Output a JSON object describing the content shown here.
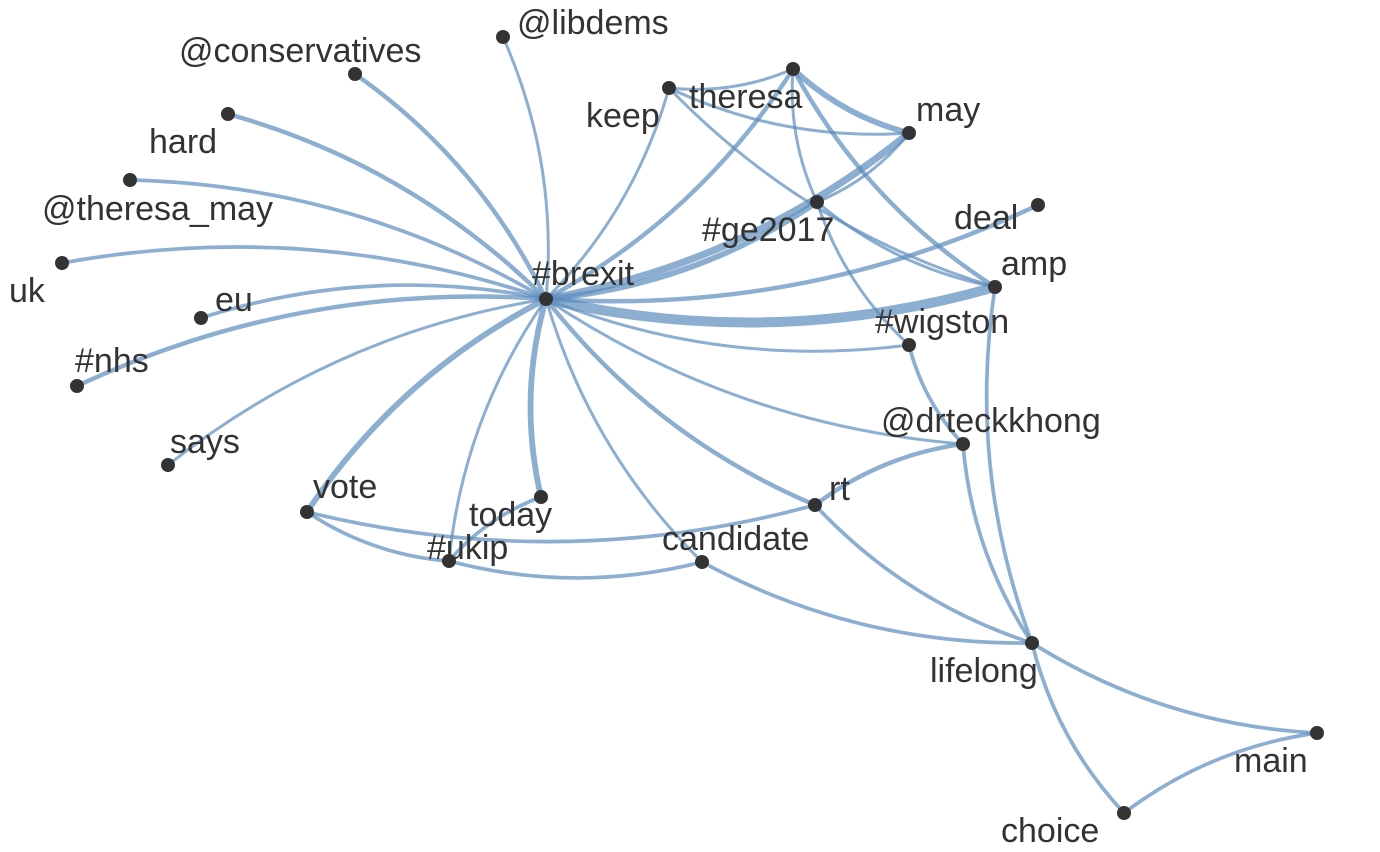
{
  "graph": {
    "nodes": [
      {
        "id": "brexit",
        "label": "#brexit"
      },
      {
        "id": "libdems",
        "label": "@libdems"
      },
      {
        "id": "conservatives",
        "label": "@conservatives"
      },
      {
        "id": "hard",
        "label": "hard"
      },
      {
        "id": "theresa_may_handle",
        "label": "@theresa_may"
      },
      {
        "id": "uk",
        "label": "uk"
      },
      {
        "id": "eu",
        "label": "eu"
      },
      {
        "id": "nhs",
        "label": "#nhs"
      },
      {
        "id": "says",
        "label": "says"
      },
      {
        "id": "vote",
        "label": "vote"
      },
      {
        "id": "today",
        "label": "today"
      },
      {
        "id": "ukip",
        "label": "#ukip"
      },
      {
        "id": "candidate",
        "label": "candidate"
      },
      {
        "id": "rt",
        "label": "rt"
      },
      {
        "id": "drteckkhong",
        "label": "@drteckkhong"
      },
      {
        "id": "wigston",
        "label": "#wigston"
      },
      {
        "id": "amp",
        "label": "amp"
      },
      {
        "id": "deal",
        "label": "deal"
      },
      {
        "id": "ge2017",
        "label": "#ge2017"
      },
      {
        "id": "may",
        "label": "may"
      },
      {
        "id": "theresa",
        "label": "theresa"
      },
      {
        "id": "keep",
        "label": "keep"
      },
      {
        "id": "lifelong",
        "label": "lifelong"
      },
      {
        "id": "main",
        "label": "main"
      },
      {
        "id": "choice",
        "label": "choice"
      }
    ],
    "edges": [
      {
        "source": "brexit",
        "target": "libdems",
        "weight": 1
      },
      {
        "source": "brexit",
        "target": "conservatives",
        "weight": 2
      },
      {
        "source": "brexit",
        "target": "hard",
        "weight": 2
      },
      {
        "source": "brexit",
        "target": "theresa_may_handle",
        "weight": 1.5
      },
      {
        "source": "brexit",
        "target": "uk",
        "weight": 1.5
      },
      {
        "source": "brexit",
        "target": "eu",
        "weight": 1.5
      },
      {
        "source": "brexit",
        "target": "nhs",
        "weight": 2
      },
      {
        "source": "brexit",
        "target": "says",
        "weight": 1
      },
      {
        "source": "brexit",
        "target": "vote",
        "weight": 3
      },
      {
        "source": "brexit",
        "target": "today",
        "weight": 3
      },
      {
        "source": "brexit",
        "target": "ukip",
        "weight": 1
      },
      {
        "source": "brexit",
        "target": "candidate",
        "weight": 1
      },
      {
        "source": "brexit",
        "target": "rt",
        "weight": 2
      },
      {
        "source": "brexit",
        "target": "drteckkhong",
        "weight": 1
      },
      {
        "source": "brexit",
        "target": "wigston",
        "weight": 1
      },
      {
        "source": "brexit",
        "target": "amp",
        "weight": 6
      },
      {
        "source": "brexit",
        "target": "deal",
        "weight": 2
      },
      {
        "source": "brexit",
        "target": "ge2017",
        "weight": 3
      },
      {
        "source": "brexit",
        "target": "may",
        "weight": 4
      },
      {
        "source": "brexit",
        "target": "theresa",
        "weight": 2
      },
      {
        "source": "brexit",
        "target": "keep",
        "weight": 1
      },
      {
        "source": "keep",
        "target": "may",
        "weight": 1
      },
      {
        "source": "keep",
        "target": "theresa",
        "weight": 1
      },
      {
        "source": "theresa",
        "target": "may",
        "weight": 3
      },
      {
        "source": "theresa",
        "target": "ge2017",
        "weight": 1
      },
      {
        "source": "theresa",
        "target": "amp",
        "weight": 2
      },
      {
        "source": "keep",
        "target": "amp",
        "weight": 1
      },
      {
        "source": "ge2017",
        "target": "wigston",
        "weight": 1
      },
      {
        "source": "ge2017",
        "target": "amp",
        "weight": 1
      },
      {
        "source": "ge2017",
        "target": "may",
        "weight": 1
      },
      {
        "source": "wigston",
        "target": "drteckkhong",
        "weight": 1.5
      },
      {
        "source": "amp",
        "target": "lifelong",
        "weight": 1.5
      },
      {
        "source": "drteckkhong",
        "target": "rt",
        "weight": 2
      },
      {
        "source": "drteckkhong",
        "target": "lifelong",
        "weight": 1.5
      },
      {
        "source": "vote",
        "target": "rt",
        "weight": 1.5
      },
      {
        "source": "vote",
        "target": "ukip",
        "weight": 1.5
      },
      {
        "source": "today",
        "target": "ukip",
        "weight": 1.5
      },
      {
        "source": "ukip",
        "target": "candidate",
        "weight": 1.5
      },
      {
        "source": "candidate",
        "target": "lifelong",
        "weight": 1.5
      },
      {
        "source": "rt",
        "target": "lifelong",
        "weight": 1.5
      },
      {
        "source": "lifelong",
        "target": "main",
        "weight": 1.5
      },
      {
        "source": "lifelong",
        "target": "choice",
        "weight": 1.5
      },
      {
        "source": "main",
        "target": "choice",
        "weight": 1.5
      }
    ]
  },
  "colors": {
    "edge": "#5b8bbd",
    "node": "#333333",
    "label": "#333333",
    "background": "#ffffff"
  }
}
